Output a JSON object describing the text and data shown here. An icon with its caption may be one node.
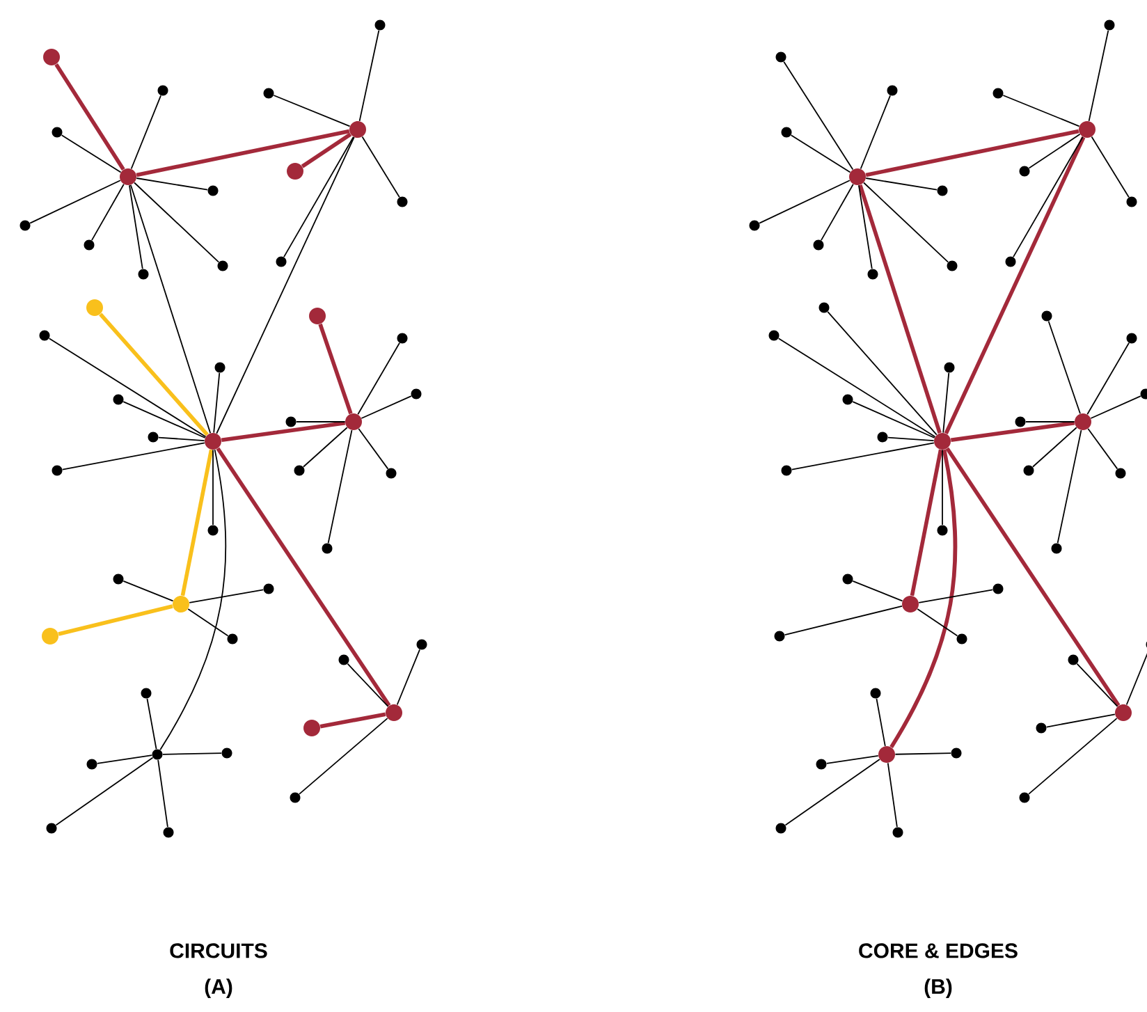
{
  "diagram": {
    "nodes": [
      {
        "text": [],
        "shape": "circle"
      },
      {
        "text": [],
        "shape": "circle"
      },
      {
        "text": [],
        "shape": "circle"
      },
      {
        "text": [],
        "shape": "circle"
      },
      {
        "text": [],
        "shape": "circle"
      },
      {
        "text": [],
        "shape": "circle"
      },
      {
        "text": [],
        "shape": "circle"
      },
      {
        "text": [],
        "shape": "circle"
      },
      {
        "text": [],
        "shape": "circle"
      },
      {
        "text": [],
        "shape": "circle"
      },
      {
        "text": [],
        "shape": "circle"
      },
      {
        "text": [],
        "shape": "circle"
      },
      {
        "text": [],
        "shape": "circle"
      },
      {
        "text": [],
        "shape": "circle"
      },
      {
        "text": [],
        "shape": "circle"
      },
      {
        "text": [],
        "shape": "circle"
      },
      {
        "text": [],
        "shape": "circle"
      },
      {
        "text": [],
        "shape": "circle"
      },
      {
        "text": [],
        "shape": "circle"
      },
      {
        "text": [],
        "shape": "circle"
      },
      {
        "text": [],
        "shape": "circle"
      },
      {
        "text": [],
        "shape": "circle"
      },
      {
        "text": [],
        "shape": "circle"
      },
      {
        "text": [],
        "shape": "circle"
      },
      {
        "text": [],
        "shape": "circle"
      },
      {
        "text": [],
        "shape": "circle"
      },
      {
        "text": [],
        "shape": "circle"
      },
      {
        "text": [],
        "shape": "circle"
      },
      {
        "text": [],
        "shape": "circle"
      },
      {
        "text": [],
        "shape": "circle"
      },
      {
        "text": [],
        "shape": "circle"
      },
      {
        "text": [],
        "shape": "circle"
      },
      {
        "text": [],
        "shape": "circle"
      },
      {
        "text": [],
        "shape": "circle"
      },
      {
        "text": [],
        "shape": "circle"
      },
      {
        "text": [],
        "shape": "circle"
      },
      {
        "text": [],
        "shape": "circle"
      },
      {
        "text": [],
        "shape": "circle"
      },
      {
        "text": [],
        "shape": "circle"
      },
      {
        "text": [],
        "shape": "circle"
      },
      {
        "text": [],
        "shape": "circle"
      },
      {
        "text": [],
        "shape": "circle"
      },
      {
        "text": [],
        "shape": "circle"
      },
      {
        "text": [],
        "shape": "circle"
      },
      {
        "text": [],
        "shape": "circle"
      },
      {
        "text": [],
        "shape": "circle"
      },
      {
        "text": [],
        "shape": "circle"
      },
      {
        "text": [],
        "shape": "circle"
      },
      {
        "text": [],
        "shape": "circle"
      },
      {
        "text": [],
        "shape": "circle"
      },
      {
        "text": [],
        "shape": "circle"
      },
      {
        "text": [],
        "shape": "circle"
      },
      {
        "text": [],
        "shape": "circle"
      },
      {
        "text": [],
        "shape": "circle"
      },
      {
        "text": [],
        "shape": "circle"
      },
      {
        "text": [],
        "shape": "circle"
      },
      {
        "text": [],
        "shape": "circle"
      },
      {
        "text": [],
        "shape": "circle"
      },
      {
        "text": [],
        "shape": "circle"
      },
      {
        "text": [],
        "shape": "circle"
      },
      {
        "text": [],
        "shape": "circle"
      },
      {
        "text": [],
        "shape": "circle"
      },
      {
        "text": [],
        "shape": "circle"
      },
      {
        "text": [],
        "shape": "circle"
      },
      {
        "text": [],
        "shape": "circle"
      },
      {
        "text": [],
        "shape": "circle"
      },
      {
        "text": [],
        "shape": "circle"
      },
      {
        "text": [],
        "shape": "circle"
      },
      {
        "text": [],
        "shape": "circle"
      },
      {
        "text": [],
        "shape": "circle"
      },
      {
        "text": [],
        "shape": "circle"
      },
      {
        "text": [],
        "shape": "circle"
      },
      {
        "text": [],
        "shape": "circle"
      },
      {
        "text": [],
        "shape": "circle"
      },
      {
        "text": [],
        "shape": "circle"
      },
      {
        "text": [],
        "shape": "circle"
      },
      {
        "text": [],
        "shape": "circle"
      },
      {
        "text": [],
        "shape": "circle"
      },
      {
        "text": [],
        "shape": "circle"
      },
      {
        "text": [],
        "shape": "circle"
      },
      {
        "text": [],
        "shape": "circle"
      },
      {
        "text": [],
        "shape": "circle"
      },
      {
        "text": [],
        "shape": "circle"
      },
      {
        "text": [],
        "shape": "circle"
      },
      {
        "text": [],
        "shape": "circle"
      },
      {
        "text": [],
        "shape": "circle"
      },
      {
        "text": [],
        "shape": "circle"
      },
      {
        "text": [],
        "shape": "circle"
      },
      {
        "text": [],
        "shape": "circle"
      },
      {
        "text": [],
        "shape": "circle"
      },
      {
        "text": [],
        "shape": "circle"
      },
      {
        "text": [],
        "shape": "circle"
      },
      {
        "text": [],
        "shape": "circle"
      },
      {
        "text": [],
        "shape": "circle"
      }
    ],
    "edges": [
      {
        "from": 7,
        "to": 4,
        "arrow": "none",
        "style": "thick",
        "color": "#a3293a"
      },
      {
        "from": 7,
        "to": 25,
        "arrow": "none"
      },
      {
        "from": 4,
        "to": 25,
        "arrow": "none"
      },
      {
        "from": 25,
        "to": 22,
        "arrow": "none",
        "style": "thick",
        "color": "#a3293a"
      },
      {
        "from": 25,
        "to": 39,
        "arrow": "none",
        "style": "thick",
        "color": "#a3293a"
      },
      {
        "from": 25,
        "to": 33,
        "arrow": "none",
        "style": "thick",
        "color": "#f9c01c"
      },
      {
        "from": 25,
        "to": 42,
        "arrow": "none"
      },
      {
        "from": 7,
        "to": 1,
        "arrow": "none",
        "style": "thick",
        "color": "#a3293a"
      },
      {
        "from": 7,
        "to": 2,
        "arrow": "none"
      },
      {
        "from": 7,
        "to": 5,
        "arrow": "none"
      },
      {
        "from": 7,
        "to": 8,
        "arrow": "none"
      },
      {
        "from": 7,
        "to": 10,
        "arrow": "none"
      },
      {
        "from": 7,
        "to": 11,
        "arrow": "none"
      },
      {
        "from": 7,
        "to": 13,
        "arrow": "none"
      },
      {
        "from": 7,
        "to": 14,
        "arrow": "none"
      },
      {
        "from": 4,
        "to": 0,
        "arrow": "none"
      },
      {
        "from": 4,
        "to": 3,
        "arrow": "none"
      },
      {
        "from": 4,
        "to": 6,
        "arrow": "none",
        "style": "thick",
        "color": "#a3293a"
      },
      {
        "from": 4,
        "to": 9,
        "arrow": "none"
      },
      {
        "from": 4,
        "to": 12,
        "arrow": "none"
      },
      {
        "from": 25,
        "to": 15,
        "arrow": "none",
        "style": "thick",
        "color": "#f9c01c"
      },
      {
        "from": 25,
        "to": 17,
        "arrow": "none"
      },
      {
        "from": 25,
        "to": 19,
        "arrow": "none"
      },
      {
        "from": 25,
        "to": 21,
        "arrow": "none"
      },
      {
        "from": 25,
        "to": 24,
        "arrow": "none"
      },
      {
        "from": 25,
        "to": 26,
        "arrow": "none"
      },
      {
        "from": 25,
        "to": 29,
        "arrow": "none"
      },
      {
        "from": 22,
        "to": 16,
        "arrow": "none",
        "style": "thick",
        "color": "#a3293a"
      },
      {
        "from": 22,
        "to": 18,
        "arrow": "none"
      },
      {
        "from": 22,
        "to": 20,
        "arrow": "none"
      },
      {
        "from": 22,
        "to": 23,
        "arrow": "none"
      },
      {
        "from": 22,
        "to": 27,
        "arrow": "none"
      },
      {
        "from": 22,
        "to": 28,
        "arrow": "none"
      },
      {
        "from": 22,
        "to": 30,
        "arrow": "none"
      },
      {
        "from": 33,
        "to": 31,
        "arrow": "none"
      },
      {
        "from": 33,
        "to": 32,
        "arrow": "none"
      },
      {
        "from": 33,
        "to": 34,
        "arrow": "none",
        "style": "thick",
        "color": "#f9c01c"
      },
      {
        "from": 33,
        "to": 35,
        "arrow": "none"
      },
      {
        "from": 39,
        "to": 36,
        "arrow": "none"
      },
      {
        "from": 39,
        "to": 37,
        "arrow": "none"
      },
      {
        "from": 39,
        "to": 40,
        "arrow": "none",
        "style": "thick",
        "color": "#a3293a"
      },
      {
        "from": 39,
        "to": 44,
        "arrow": "none"
      },
      {
        "from": 42,
        "to": 38,
        "arrow": "none"
      },
      {
        "from": 42,
        "to": 41,
        "arrow": "none"
      },
      {
        "from": 42,
        "to": 43,
        "arrow": "none"
      },
      {
        "from": 42,
        "to": 45,
        "arrow": "none"
      },
      {
        "from": 42,
        "to": 46,
        "arrow": "none"
      },
      {
        "from": 54,
        "to": 51,
        "arrow": "none",
        "style": "thick",
        "color": "#a3293a"
      },
      {
        "from": 54,
        "to": 72,
        "arrow": "none",
        "style": "thick",
        "color": "#a3293a"
      },
      {
        "from": 51,
        "to": 72,
        "arrow": "none",
        "style": "thick",
        "color": "#a3293a"
      },
      {
        "from": 72,
        "to": 69,
        "arrow": "none",
        "style": "thick",
        "color": "#a3293a"
      },
      {
        "from": 72,
        "to": 86,
        "arrow": "none",
        "style": "thick",
        "color": "#a3293a"
      },
      {
        "from": 72,
        "to": 80,
        "arrow": "none",
        "style": "thick",
        "color": "#a3293a"
      },
      {
        "from": 72,
        "to": 89,
        "arrow": "none",
        "style": "thick",
        "color": "#a3293a"
      },
      {
        "from": 54,
        "to": 48,
        "arrow": "none"
      },
      {
        "from": 54,
        "to": 49,
        "arrow": "none"
      },
      {
        "from": 54,
        "to": 52,
        "arrow": "none"
      },
      {
        "from": 54,
        "to": 55,
        "arrow": "none"
      },
      {
        "from": 54,
        "to": 57,
        "arrow": "none"
      },
      {
        "from": 54,
        "to": 58,
        "arrow": "none"
      },
      {
        "from": 54,
        "to": 60,
        "arrow": "none"
      },
      {
        "from": 54,
        "to": 61,
        "arrow": "none"
      },
      {
        "from": 51,
        "to": 47,
        "arrow": "none"
      },
      {
        "from": 51,
        "to": 50,
        "arrow": "none"
      },
      {
        "from": 51,
        "to": 53,
        "arrow": "none"
      },
      {
        "from": 51,
        "to": 56,
        "arrow": "none"
      },
      {
        "from": 51,
        "to": 59,
        "arrow": "none"
      },
      {
        "from": 72,
        "to": 62,
        "arrow": "none"
      },
      {
        "from": 72,
        "to": 64,
        "arrow": "none"
      },
      {
        "from": 72,
        "to": 66,
        "arrow": "none"
      },
      {
        "from": 72,
        "to": 68,
        "arrow": "none"
      },
      {
        "from": 72,
        "to": 71,
        "arrow": "none"
      },
      {
        "from": 72,
        "to": 73,
        "arrow": "none"
      },
      {
        "from": 72,
        "to": 76,
        "arrow": "none"
      },
      {
        "from": 69,
        "to": 63,
        "arrow": "none"
      },
      {
        "from": 69,
        "to": 65,
        "arrow": "none"
      },
      {
        "from": 69,
        "to": 67,
        "arrow": "none"
      },
      {
        "from": 69,
        "to": 70,
        "arrow": "none"
      },
      {
        "from": 69,
        "to": 74,
        "arrow": "none"
      },
      {
        "from": 69,
        "to": 75,
        "arrow": "none"
      },
      {
        "from": 69,
        "to": 77,
        "arrow": "none"
      },
      {
        "from": 80,
        "to": 78,
        "arrow": "none"
      },
      {
        "from": 80,
        "to": 79,
        "arrow": "none"
      },
      {
        "from": 80,
        "to": 81,
        "arrow": "none"
      },
      {
        "from": 80,
        "to": 82,
        "arrow": "none"
      },
      {
        "from": 86,
        "to": 83,
        "arrow": "none"
      },
      {
        "from": 86,
        "to": 84,
        "arrow": "none"
      },
      {
        "from": 86,
        "to": 87,
        "arrow": "none"
      },
      {
        "from": 86,
        "to": 91,
        "arrow": "none"
      },
      {
        "from": 89,
        "to": 85,
        "arrow": "none"
      },
      {
        "from": 89,
        "to": 88,
        "arrow": "none"
      },
      {
        "from": 89,
        "to": 90,
        "arrow": "none"
      },
      {
        "from": 89,
        "to": 92,
        "arrow": "none"
      },
      {
        "from": 89,
        "to": 93,
        "arrow": "none"
      }
    ],
    "labels": [
      "CIRCUITS",
      "CORE & EDGES",
      "(A)",
      "(B)"
    ]
  }
}
